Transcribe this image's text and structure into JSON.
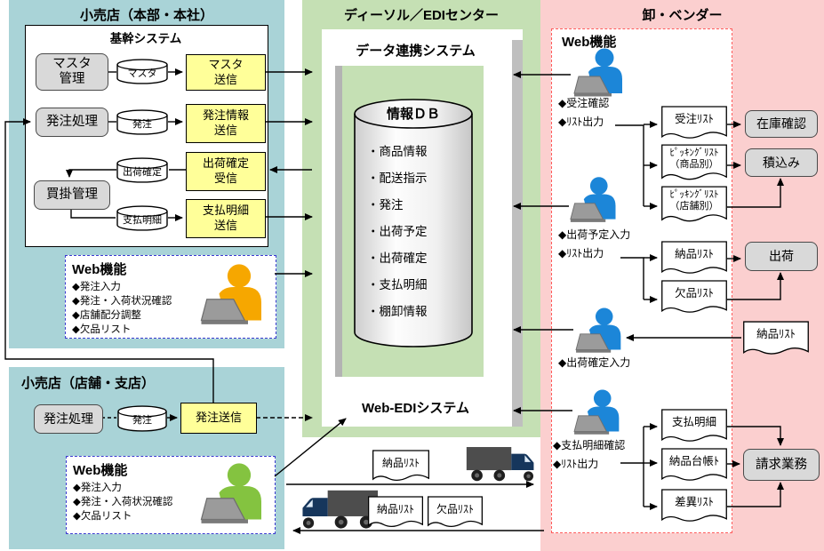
{
  "colors": {
    "teal": "#a9d3d7",
    "green": "#c5e0b4",
    "pink": "#fbcfcf",
    "yellow": "#ffff99",
    "gray_box": "#d9d9d9",
    "navy": "#16365c",
    "person_blue": "#1c86d8",
    "person_orange": "#f6a700",
    "person_green": "#84c340"
  },
  "hq": {
    "title": "小売店（本部・本社）",
    "core": {
      "title": "基幹システム",
      "master_mgmt": "マスタ\n管理",
      "order_proc": "発注処理",
      "payable_mgmt": "買掛管理",
      "cyl_master": "マスタ",
      "cyl_order": "発注",
      "cyl_ship": "出荷確定",
      "cyl_payment": "支払明細",
      "send_master": "マスタ\n送信",
      "send_order": "発注情報\n送信",
      "recv_ship": "出荷確定\n受信",
      "send_payment": "支払明細\n送信"
    },
    "web": {
      "title": "Web機能",
      "bullets": [
        "◆発注入力",
        "◆発注・入荷状況確認",
        "◆店舗配分調整",
        "◆欠品リスト"
      ]
    }
  },
  "store": {
    "title": "小売店（店舗・支店）",
    "order_proc": "発注処理",
    "cyl_order": "発注",
    "order_send": "発注送信",
    "web": {
      "title": "Web機能",
      "bullets": [
        "◆発注入力",
        "◆発注・入荷状況確認",
        "◆欠品リスト"
      ]
    }
  },
  "edi": {
    "title": "ディーソル／EDIセンター",
    "system_title": "データ連携システム",
    "db": {
      "title": "情報ＤＢ",
      "items": "・商品情報\n・配送指示\n・発注\n・出荷予定\n・出荷確定\n・支払明細\n・棚卸情報"
    },
    "webedi_title": "Web-EDIシステム"
  },
  "vendor": {
    "title": "卸・ベンダー",
    "web_title": "Web機能",
    "persons": [
      {
        "bullets": [
          "◆受注確認",
          "◆ﾘｽﾄ出力"
        ]
      },
      {
        "bullets": [
          "◆出荷予定入力",
          "◆ﾘｽﾄ出力"
        ]
      },
      {
        "bullets": [
          "◆出荷確定入力"
        ]
      },
      {
        "bullets": [
          "◆支払明細確認",
          "◆ﾘｽﾄ出力"
        ]
      }
    ],
    "docs": [
      {
        "label": "受注ﾘｽﾄ",
        "sub": ""
      },
      {
        "label": "ﾋﾟｯｷﾝｸﾞﾘｽﾄ",
        "sub": "（商品別）"
      },
      {
        "label": "ﾋﾟｯｷﾝｸﾞﾘｽﾄ",
        "sub": "（店舗別）"
      },
      {
        "label": "納品ﾘｽﾄ",
        "sub": ""
      },
      {
        "label": "欠品ﾘｽﾄ",
        "sub": ""
      },
      {
        "label": "納品ﾘｽﾄ",
        "sub": ""
      },
      {
        "label": "支払明細",
        "sub": ""
      },
      {
        "label": "納品台帳ﾄ",
        "sub": ""
      },
      {
        "label": "差異ﾘｽﾄ",
        "sub": ""
      }
    ],
    "actions": [
      "在庫確認",
      "積込み",
      "出荷",
      "請求業務"
    ]
  },
  "logistics": {
    "doc_top": "納品ﾘｽﾄ",
    "doc_bottom1": "納品ﾘｽﾄ",
    "doc_bottom2": "欠品ﾘｽﾄ"
  }
}
